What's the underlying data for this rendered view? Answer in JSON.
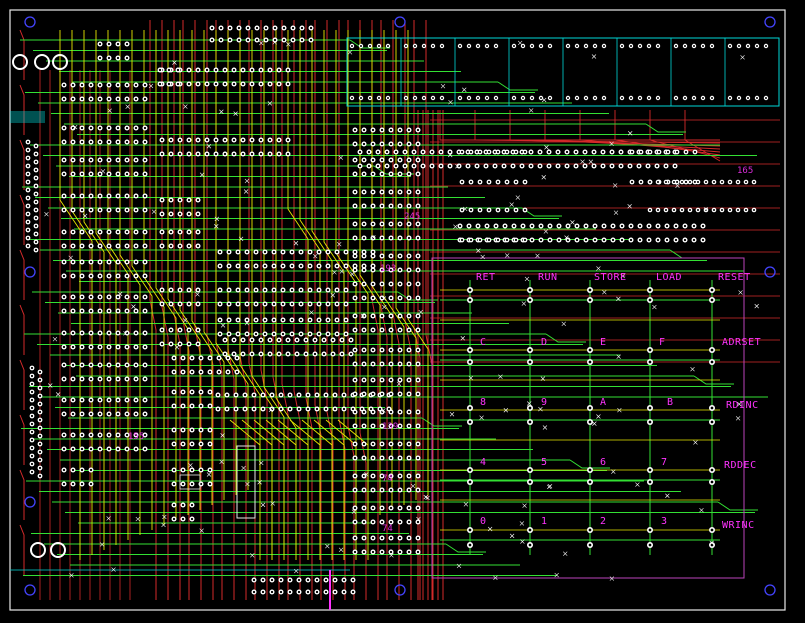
{
  "board": {
    "background": "#000000",
    "colors": {
      "outline": "#e8e8e8",
      "top_trace": "#d42a2a",
      "bottom_trace": "#33e033",
      "yellow_trace": "#e8e800",
      "cyan_trace": "#00d8d8",
      "silkscreen": "#ff33ff",
      "pad": "#ffffff",
      "pad_hole": "#000000",
      "mount_hole": "#4444ff"
    }
  },
  "keypad_labels": {
    "ret": "RET",
    "run": "RUN",
    "store": "STORE",
    "load": "LOAD",
    "reset": "RESET",
    "c": "C",
    "d": "D",
    "e": "E",
    "f": "F",
    "adrset": "ADRSET",
    "k8": "8",
    "k9": "9",
    "ka": "A",
    "kb": "B",
    "rdinc": "RDINC",
    "k4": "4",
    "k5": "5",
    "k6": "6",
    "k7": "7",
    "rddec": "RDDEC",
    "k0": "0",
    "k1": "1",
    "k2": "2",
    "k3": "3",
    "wrinc": "WRINC"
  },
  "ic_labels": {
    "ic_165": "165",
    "ic_193": "193",
    "ic_245": "245",
    "ic_139": "139",
    "ic_74a": "74",
    "ic_74b": "74",
    "ic_155": "155"
  }
}
